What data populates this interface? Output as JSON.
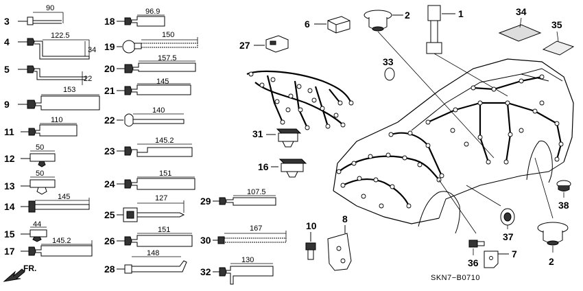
{
  "diagram": {
    "code": "SKN7−B0710",
    "front_mark": "FR.",
    "callouts": [
      {
        "id": "c3",
        "label": "3"
      },
      {
        "id": "c4",
        "label": "4"
      },
      {
        "id": "c5",
        "label": "5"
      },
      {
        "id": "c9",
        "label": "9"
      },
      {
        "id": "c11",
        "label": "11"
      },
      {
        "id": "c12",
        "label": "12"
      },
      {
        "id": "c13",
        "label": "13"
      },
      {
        "id": "c14",
        "label": "14"
      },
      {
        "id": "c15",
        "label": "15"
      },
      {
        "id": "c17",
        "label": "17"
      },
      {
        "id": "c18",
        "label": "18"
      },
      {
        "id": "c19",
        "label": "19"
      },
      {
        "id": "c20",
        "label": "20"
      },
      {
        "id": "c21",
        "label": "21"
      },
      {
        "id": "c22",
        "label": "22"
      },
      {
        "id": "c23",
        "label": "23"
      },
      {
        "id": "c24",
        "label": "24"
      },
      {
        "id": "c25",
        "label": "25"
      },
      {
        "id": "c26",
        "label": "26"
      },
      {
        "id": "c28",
        "label": "28"
      },
      {
        "id": "c29",
        "label": "29"
      },
      {
        "id": "c30",
        "label": "30"
      },
      {
        "id": "c32",
        "label": "32"
      },
      {
        "id": "c6",
        "label": "6"
      },
      {
        "id": "c2a",
        "label": "2"
      },
      {
        "id": "c1",
        "label": "1"
      },
      {
        "id": "c34",
        "label": "34"
      },
      {
        "id": "c35",
        "label": "35"
      },
      {
        "id": "c27",
        "label": "27"
      },
      {
        "id": "c33",
        "label": "33"
      },
      {
        "id": "c31",
        "label": "31"
      },
      {
        "id": "c16",
        "label": "16"
      },
      {
        "id": "c10",
        "label": "10"
      },
      {
        "id": "c8",
        "label": "8"
      },
      {
        "id": "c38",
        "label": "38"
      },
      {
        "id": "c37",
        "label": "37"
      },
      {
        "id": "c36",
        "label": "36"
      },
      {
        "id": "c7",
        "label": "7"
      },
      {
        "id": "c2b",
        "label": "2"
      }
    ],
    "dimensions": [
      {
        "id": "d3",
        "value": "90"
      },
      {
        "id": "d4",
        "value": "122.5"
      },
      {
        "id": "d4h",
        "value": "34"
      },
      {
        "id": "d5",
        "value": "22"
      },
      {
        "id": "d9",
        "value": "153"
      },
      {
        "id": "d11",
        "value": "110"
      },
      {
        "id": "d12",
        "value": "50"
      },
      {
        "id": "d13",
        "value": "50"
      },
      {
        "id": "d14",
        "value": "145"
      },
      {
        "id": "d15",
        "value": "44"
      },
      {
        "id": "d17",
        "value": "145.2"
      },
      {
        "id": "d18",
        "value": "96.9"
      },
      {
        "id": "d19",
        "value": "150"
      },
      {
        "id": "d20",
        "value": "157.5"
      },
      {
        "id": "d21",
        "value": "145"
      },
      {
        "id": "d22",
        "value": "140"
      },
      {
        "id": "d23",
        "value": "145.2"
      },
      {
        "id": "d24",
        "value": "151"
      },
      {
        "id": "d25",
        "value": "127"
      },
      {
        "id": "d26",
        "value": "151"
      },
      {
        "id": "d28",
        "value": "148"
      },
      {
        "id": "d29",
        "value": "107.5"
      },
      {
        "id": "d30",
        "value": "167"
      },
      {
        "id": "d32",
        "value": "130"
      }
    ]
  }
}
